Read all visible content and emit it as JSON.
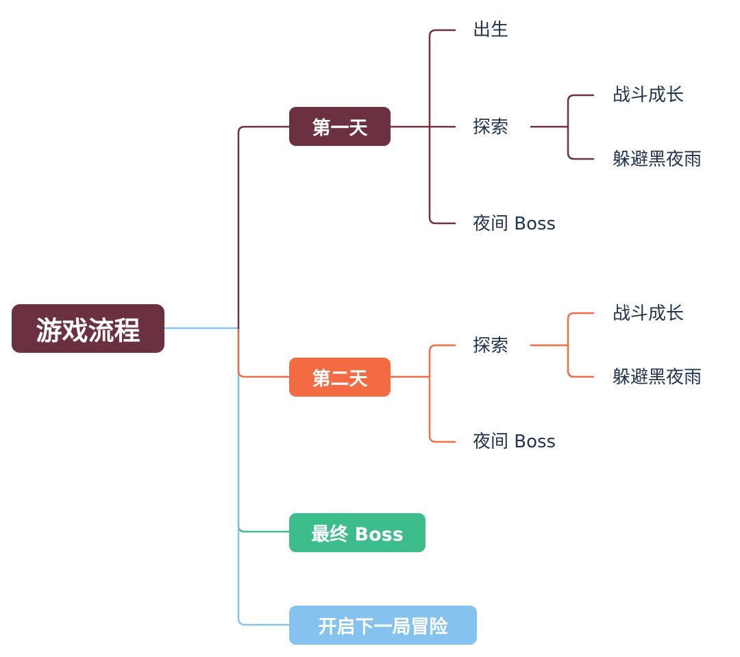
{
  "root": {
    "label": "游戏流程",
    "color": "#6b3140"
  },
  "line_colors": {
    "root_link": "#86c2ee",
    "day1": "#6b3140",
    "day2": "#f26b43",
    "final": "#3dbd8c",
    "next": "#86c2ee"
  },
  "branches": {
    "day1": {
      "label": "第一天",
      "color": "#6b3140",
      "children": [
        {
          "label": "出生"
        },
        {
          "label": "探索",
          "children": [
            {
              "label": "战斗成长"
            },
            {
              "label": "躲避黑夜雨"
            }
          ]
        },
        {
          "label": "夜间 Boss"
        }
      ]
    },
    "day2": {
      "label": "第二天",
      "color": "#f26b43",
      "children": [
        {
          "label": "探索",
          "children": [
            {
              "label": "战斗成长"
            },
            {
              "label": "躲避黑夜雨"
            }
          ]
        },
        {
          "label": "夜间 Boss"
        }
      ]
    },
    "final": {
      "label": "最终 Boss",
      "color": "#3dbd8c"
    },
    "next": {
      "label": "开启下一局冒险",
      "color": "#86c2ee"
    }
  },
  "text_color": "#1f3350"
}
